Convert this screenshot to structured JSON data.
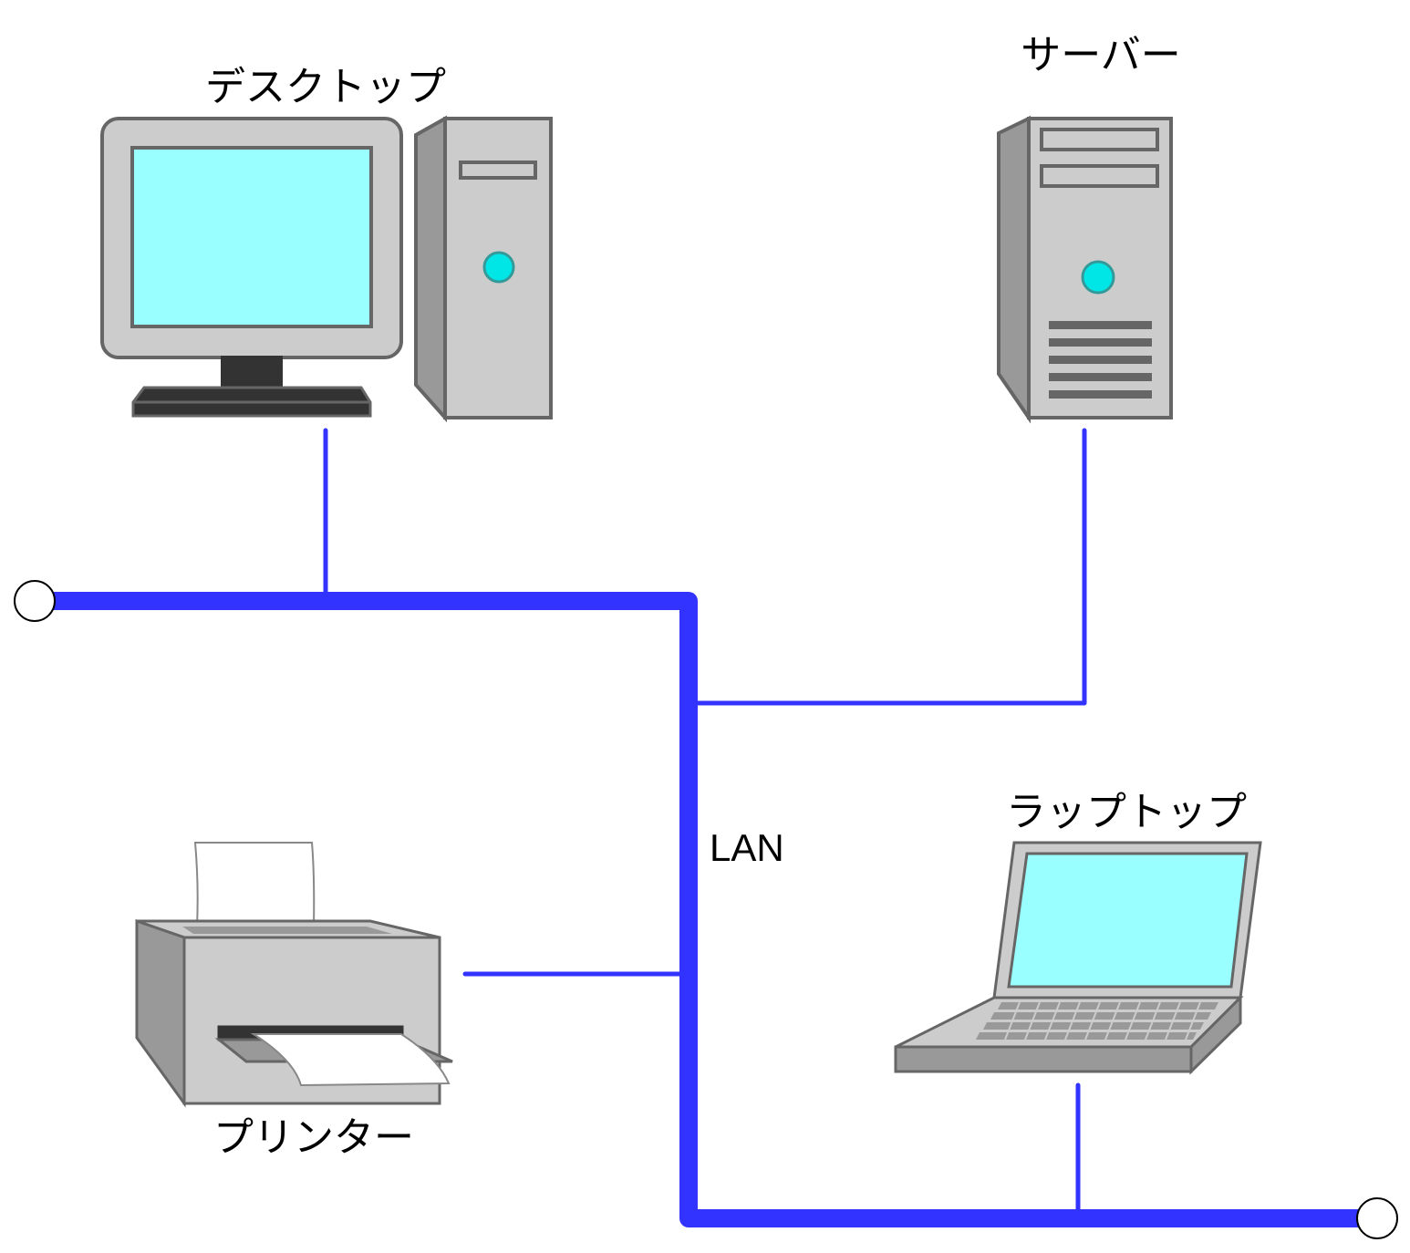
{
  "labels": {
    "desktop": "デスクトップ",
    "server": "サーバー",
    "laptop": "ラップトップ",
    "printer": "プリンター",
    "lan": "LAN"
  },
  "colors": {
    "cable": "#3333ff",
    "screen": "#99ffff",
    "case": "#cccccc",
    "case_side": "#999999",
    "outline": "#666666",
    "led": "#00e5e5",
    "dark": "#333333"
  },
  "icons": [
    "desktop-computer-icon",
    "tower-server-icon",
    "laptop-icon",
    "printer-icon",
    "terminator-icon"
  ]
}
